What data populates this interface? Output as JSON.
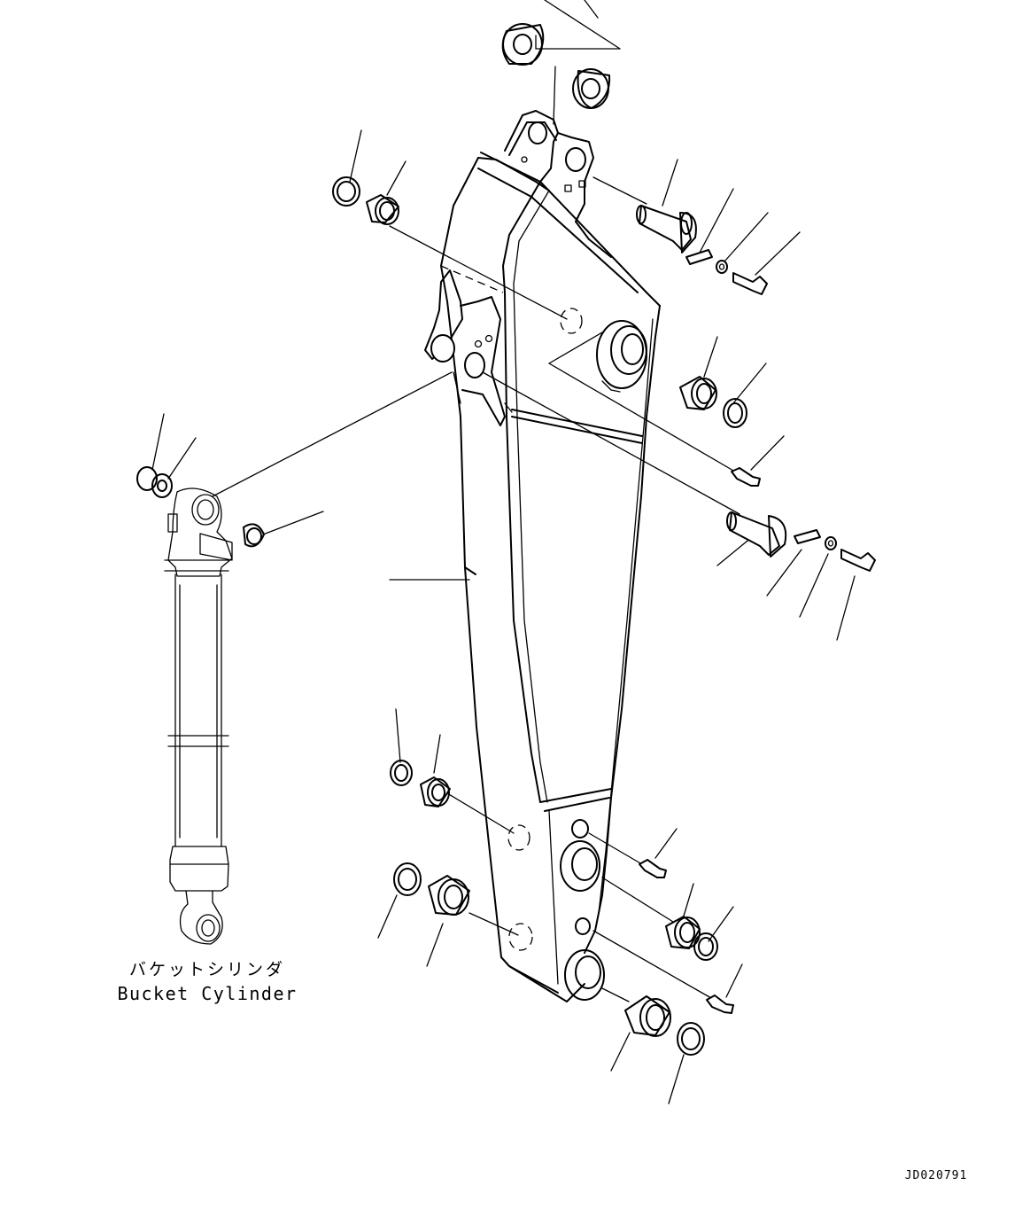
{
  "labels": {
    "bucket_cylinder_jp": "バケットシリンダ",
    "bucket_cylinder_en": "Bucket Cylinder",
    "drawing_code": "JD020791"
  }
}
